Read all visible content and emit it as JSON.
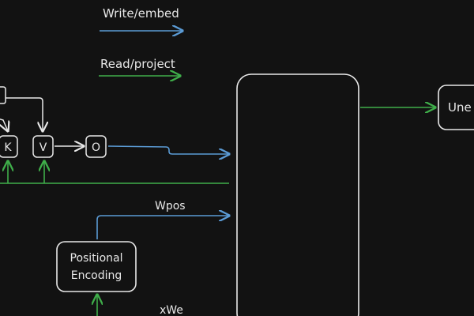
{
  "legend": {
    "write_label": "Write/embed",
    "read_label": "Read/project"
  },
  "nodes": {
    "k": "K",
    "v": "V",
    "o": "O",
    "positional_line1": "Positional",
    "positional_line2": "Encoding",
    "unembed": "Une"
  },
  "edges": {
    "wpos": "Wpos",
    "xwe": "xWe"
  },
  "colors": {
    "background": "#121212",
    "stroke": "#e8e8e8",
    "write": "#5b9bd5",
    "read": "#3fae4a"
  }
}
